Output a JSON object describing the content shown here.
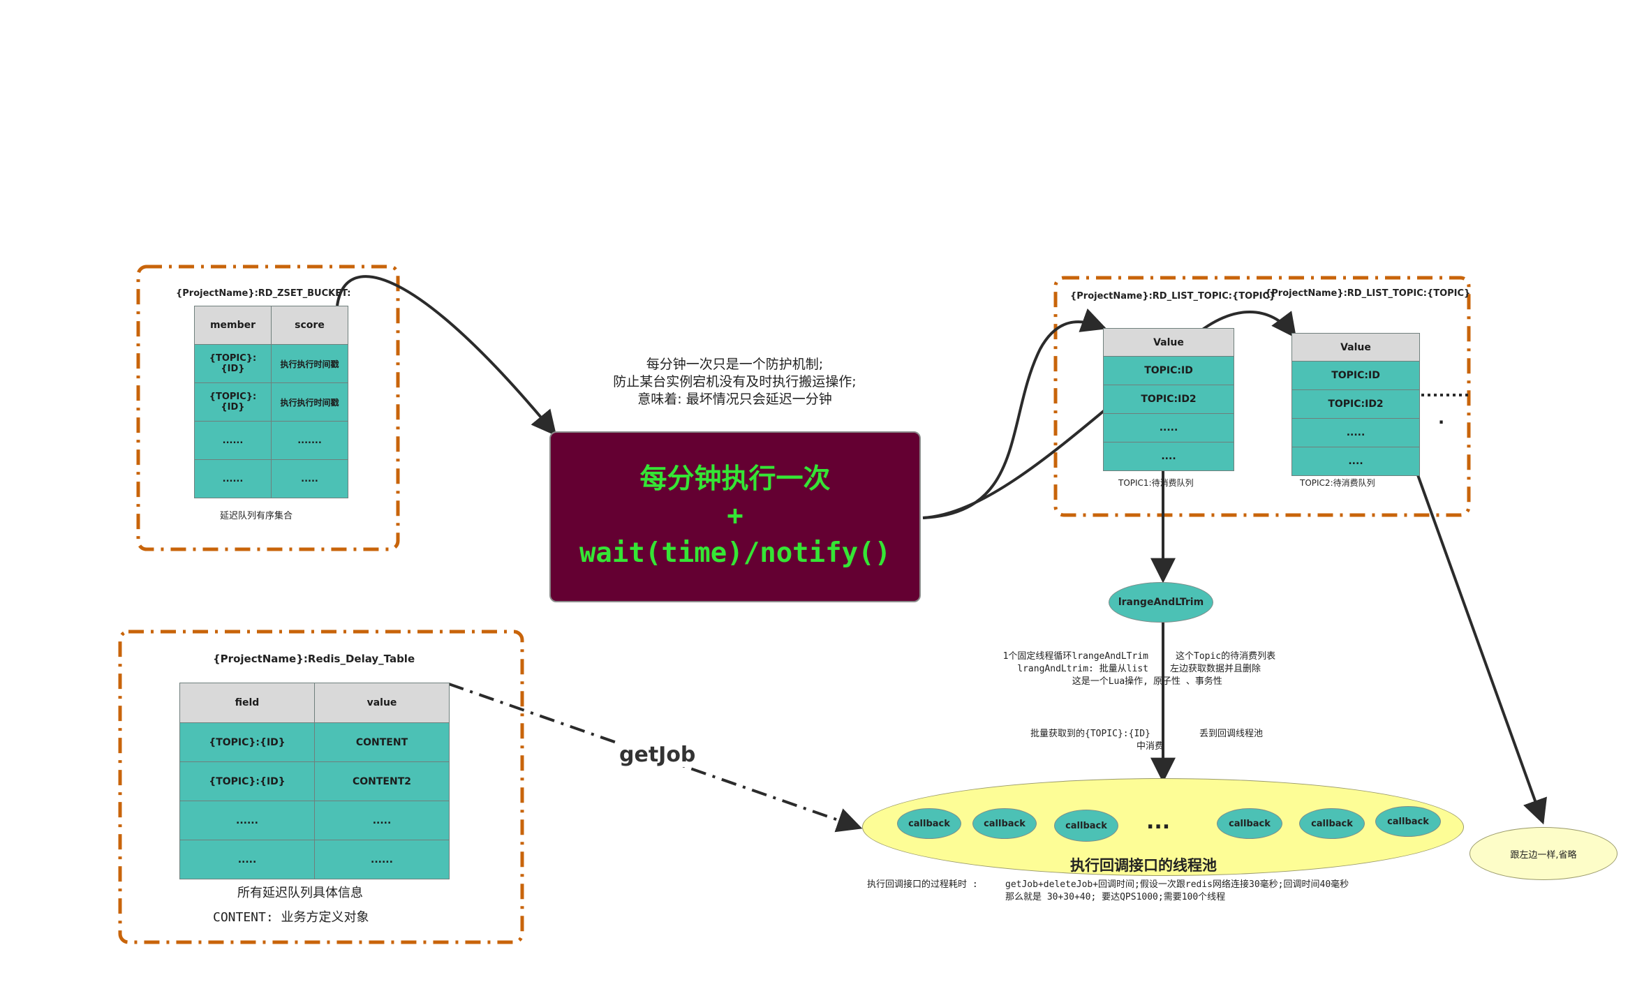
{
  "zset": {
    "title": "{ProjectName}:RD_ZSET_BUCKET:",
    "columns": [
      "member",
      "score"
    ],
    "rows": [
      [
        "{TOPIC}:{ID}",
        "执行执行时间戳"
      ],
      [
        "{TOPIC}:{ID}",
        "执行执行时间戳"
      ],
      [
        "......",
        "......."
      ],
      [
        "......",
        "....."
      ]
    ],
    "caption": "延迟队列有序集合"
  },
  "scheduler": {
    "note_lines": [
      "每分钟一次只是一个防护机制;",
      "防止某台实例宕机没有及时执行搬运操作;",
      "意味着: 最坏情况只会延迟一分钟"
    ],
    "box_lines": [
      "每分钟执行一次",
      "+",
      "wait(time)/notify()"
    ],
    "box_color": "#640032",
    "text_color": "#35e535"
  },
  "list_group": {
    "title_1": "{ProjectName}:RD_LIST_TOPIC:{TOPIC}",
    "title_2": "{ProjectName}:RD_LIST_TOPIC:{TOPIC}",
    "list_1": {
      "header": "Value",
      "rows": [
        "TOPIC:ID",
        "TOPIC:ID2",
        ".....",
        "...."
      ],
      "caption": "TOPIC1:待消费队列"
    },
    "list_2": {
      "header": "Value",
      "rows": [
        "TOPIC:ID",
        "TOPIC:ID2",
        ".....",
        "...."
      ],
      "caption": "TOPIC2:待消费队列"
    },
    "more_dots": "......",
    "dot": "."
  },
  "lrange": {
    "label": "lrangeAndLTrim",
    "desc_left": [
      "1个固定线程循环lrangeAndLTrim",
      "lrangAndLtrim: 批量从list",
      "这是一个Lua操作,"
    ],
    "desc_right": [
      "这个Topic的待消费列表",
      "左边获取数据并且删除",
      "原子性 、事务性"
    ],
    "fetch_left": "批量获取到的{TOPIC}:{ID}",
    "fetch_left_2": "中消费",
    "fetch_right": "丢到回调线程池"
  },
  "delay_table": {
    "title": "{ProjectName}:Redis_Delay_Table",
    "columns": [
      "field",
      "value"
    ],
    "rows": [
      [
        "{TOPIC}:{ID}",
        "CONTENT"
      ],
      [
        "{TOPIC}:{ID}",
        "CONTENT2"
      ],
      [
        "......",
        "....."
      ],
      [
        ".....",
        "......"
      ]
    ],
    "caption_1": "所有延迟队列具体信息",
    "caption_2": "CONTENT:  业务方定义对象"
  },
  "getjob": {
    "label": "getJob"
  },
  "pool": {
    "title": "执行回调接口的线程池",
    "callbacks": [
      "callback",
      "callback",
      "callback",
      "callback",
      "callback",
      "callback"
    ],
    "ellipsis": "...",
    "cost_label": "执行回调接口的过程耗时 :",
    "cost_line_1": "getJob+deleteJob+回调时间;假设一次跟redis网络连接30毫秒;回调时间40毫秒",
    "cost_line_2": "那么就是 30+30+40; 要达QPS1000;需要100个线程"
  },
  "side_note": {
    "label": "跟左边一样,省略"
  },
  "colors": {
    "frame_orange": "#c8640a",
    "teal": "#4cc1b5",
    "header_gray": "#d9d9d9",
    "pool_yellow": "#fdfd96",
    "note_yellow": "#fdfdc8"
  }
}
